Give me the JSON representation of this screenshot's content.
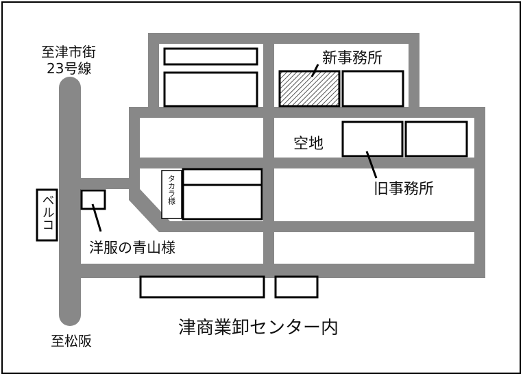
{
  "map": {
    "title": "津商業卸センター内",
    "labels": {
      "north_road_line1": "至津市街",
      "north_road_line2": "23号線",
      "south_road": "至松阪",
      "new_office": "新事務所",
      "old_office": "旧事務所",
      "vacant_lot": "空地",
      "aoyama": "洋服の青山様",
      "takara": "タカラ様",
      "belco": "ベルコ"
    }
  }
}
